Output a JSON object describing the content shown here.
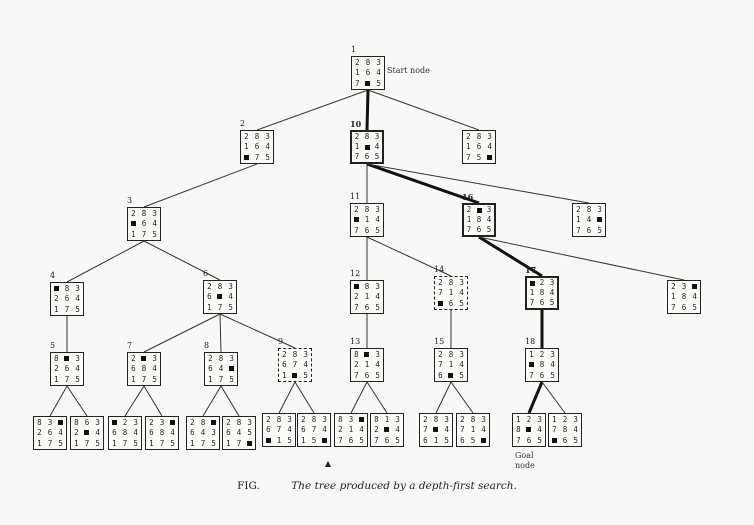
{
  "figure": {
    "caption_label": "FIG.",
    "caption_text": "The tree produced by a depth-first search.",
    "start_label": "Start node",
    "goal_label": "Goal node"
  },
  "nodes": [
    {
      "id": "n1",
      "label": "1",
      "tiles": [
        "2",
        "8",
        "3",
        "1",
        "6",
        "4",
        "7",
        "",
        "5"
      ]
    },
    {
      "id": "n2",
      "label": "2",
      "tiles": [
        "2",
        "8",
        "3",
        "1",
        "6",
        "4",
        "",
        "7",
        "5"
      ]
    },
    {
      "id": "n10",
      "label": "10",
      "tiles": [
        "2",
        "8",
        "3",
        "1",
        "",
        "4",
        "7",
        "6",
        "5"
      ]
    },
    {
      "id": "n1c",
      "label": "",
      "tiles": [
        "2",
        "8",
        "3",
        "1",
        "6",
        "4",
        "7",
        "5",
        ""
      ]
    },
    {
      "id": "n3",
      "label": "3",
      "tiles": [
        "2",
        "8",
        "3",
        "",
        "6",
        "4",
        "1",
        "7",
        "5"
      ]
    },
    {
      "id": "n11",
      "label": "11",
      "tiles": [
        "2",
        "8",
        "3",
        "",
        "1",
        "4",
        "7",
        "6",
        "5"
      ]
    },
    {
      "id": "n16",
      "label": "16",
      "tiles": [
        "2",
        "",
        "3",
        "1",
        "8",
        "4",
        "7",
        "6",
        "5"
      ]
    },
    {
      "id": "n10d",
      "label": "",
      "tiles": [
        "2",
        "8",
        "3",
        "1",
        "4",
        "",
        "7",
        "6",
        "5"
      ]
    },
    {
      "id": "n4",
      "label": "4",
      "tiles": [
        "",
        "8",
        "3",
        "2",
        "6",
        "4",
        "1",
        "7",
        "5"
      ]
    },
    {
      "id": "n6",
      "label": "6",
      "tiles": [
        "2",
        "8",
        "3",
        "6",
        "",
        "4",
        "1",
        "7",
        "5"
      ]
    },
    {
      "id": "n12",
      "label": "12",
      "tiles": [
        "",
        "8",
        "3",
        "2",
        "1",
        "4",
        "7",
        "6",
        "5"
      ]
    },
    {
      "id": "n14",
      "label": "14",
      "tiles": [
        "2",
        "8",
        "3",
        "7",
        "1",
        "4",
        "",
        "6",
        "5"
      ]
    },
    {
      "id": "n17",
      "label": "17",
      "tiles": [
        "",
        "2",
        "3",
        "1",
        "8",
        "4",
        "7",
        "6",
        "5"
      ]
    },
    {
      "id": "n16c",
      "label": "",
      "tiles": [
        "2",
        "3",
        "",
        "1",
        "8",
        "4",
        "7",
        "6",
        "5"
      ]
    },
    {
      "id": "n5",
      "label": "5",
      "tiles": [
        "8",
        "",
        "3",
        "2",
        "6",
        "4",
        "1",
        "7",
        "5"
      ]
    },
    {
      "id": "n7",
      "label": "7",
      "tiles": [
        "2",
        "",
        "3",
        "6",
        "8",
        "4",
        "1",
        "7",
        "5"
      ]
    },
    {
      "id": "n8",
      "label": "8",
      "tiles": [
        "2",
        "8",
        "3",
        "6",
        "4",
        "",
        "1",
        "7",
        "5"
      ]
    },
    {
      "id": "n9",
      "label": "9",
      "tiles": [
        "2",
        "8",
        "3",
        "6",
        "7",
        "4",
        "1",
        "",
        "5"
      ]
    },
    {
      "id": "n13",
      "label": "13",
      "tiles": [
        "8",
        "",
        "3",
        "2",
        "1",
        "4",
        "7",
        "6",
        "5"
      ]
    },
    {
      "id": "n15",
      "label": "15",
      "tiles": [
        "2",
        "8",
        "3",
        "7",
        "1",
        "4",
        "6",
        "",
        "5"
      ]
    },
    {
      "id": "n18",
      "label": "18",
      "tiles": [
        "1",
        "2",
        "3",
        "",
        "8",
        "4",
        "7",
        "6",
        "5"
      ]
    },
    {
      "id": "l1",
      "label": "",
      "tiles": [
        "8",
        "3",
        "",
        "2",
        "6",
        "4",
        "1",
        "7",
        "5"
      ]
    },
    {
      "id": "l2",
      "label": "",
      "tiles": [
        "8",
        "6",
        "3",
        "2",
        "",
        "4",
        "1",
        "7",
        "5"
      ]
    },
    {
      "id": "l3",
      "label": "",
      "tiles": [
        "",
        "2",
        "3",
        "6",
        "8",
        "4",
        "1",
        "7",
        "5"
      ]
    },
    {
      "id": "l4",
      "label": "",
      "tiles": [
        "2",
        "3",
        "",
        "6",
        "8",
        "4",
        "1",
        "7",
        "5"
      ]
    },
    {
      "id": "l5",
      "label": "",
      "tiles": [
        "2",
        "8",
        "",
        "6",
        "4",
        "3",
        "1",
        "7",
        "5"
      ]
    },
    {
      "id": "l6",
      "label": "",
      "tiles": [
        "2",
        "8",
        "3",
        "6",
        "4",
        "5",
        "1",
        "7",
        ""
      ]
    },
    {
      "id": "l7",
      "label": "",
      "tiles": [
        "2",
        "8",
        "3",
        "6",
        "7",
        "4",
        "",
        "1",
        "5"
      ]
    },
    {
      "id": "l8",
      "label": "",
      "tiles": [
        "2",
        "8",
        "3",
        "6",
        "7",
        "4",
        "1",
        "5",
        ""
      ]
    },
    {
      "id": "l9",
      "label": "",
      "tiles": [
        "8",
        "3",
        "",
        "2",
        "1",
        "4",
        "7",
        "6",
        "5"
      ]
    },
    {
      "id": "l10",
      "label": "",
      "tiles": [
        "8",
        "1",
        "3",
        "2",
        "",
        "4",
        "7",
        "6",
        "5"
      ]
    },
    {
      "id": "l11",
      "label": "",
      "tiles": [
        "2",
        "8",
        "3",
        "7",
        "",
        "4",
        "6",
        "1",
        "5"
      ]
    },
    {
      "id": "l12",
      "label": "",
      "tiles": [
        "2",
        "8",
        "3",
        "7",
        "1",
        "4",
        "6",
        "5",
        ""
      ]
    },
    {
      "id": "g",
      "label": "",
      "tiles": [
        "1",
        "2",
        "3",
        "8",
        "",
        "4",
        "7",
        "6",
        "5"
      ]
    },
    {
      "id": "l13",
      "label": "",
      "tiles": [
        "1",
        "2",
        "3",
        "7",
        "8",
        "4",
        "",
        "6",
        "5"
      ]
    }
  ],
  "edges": [
    [
      "n1",
      "n2"
    ],
    [
      "n1",
      "n10"
    ],
    [
      "n1",
      "n1c"
    ],
    [
      "n2",
      "n3"
    ],
    [
      "n10",
      "n11"
    ],
    [
      "n10",
      "n16"
    ],
    [
      "n10",
      "n10d"
    ],
    [
      "n3",
      "n4"
    ],
    [
      "n3",
      "n6"
    ],
    [
      "n11",
      "n12"
    ],
    [
      "n11",
      "n14"
    ],
    [
      "n16",
      "n17"
    ],
    [
      "n16",
      "n16c"
    ],
    [
      "n4",
      "n5"
    ],
    [
      "n6",
      "n7"
    ],
    [
      "n6",
      "n8"
    ],
    [
      "n6",
      "n9"
    ],
    [
      "n12",
      "n13"
    ],
    [
      "n14",
      "n15"
    ],
    [
      "n17",
      "n18"
    ],
    [
      "n5",
      "l1"
    ],
    [
      "n5",
      "l2"
    ],
    [
      "n7",
      "l3"
    ],
    [
      "n7",
      "l4"
    ],
    [
      "n8",
      "l5"
    ],
    [
      "n8",
      "l6"
    ],
    [
      "n9",
      "l7"
    ],
    [
      "n9",
      "l8"
    ],
    [
      "n13",
      "l9"
    ],
    [
      "n13",
      "l10"
    ],
    [
      "n15",
      "l11"
    ],
    [
      "n15",
      "l12"
    ],
    [
      "n18",
      "g"
    ],
    [
      "n18",
      "l13"
    ]
  ],
  "solution_path": [
    "n1",
    "n10",
    "n16",
    "n17",
    "n18",
    "g"
  ]
}
